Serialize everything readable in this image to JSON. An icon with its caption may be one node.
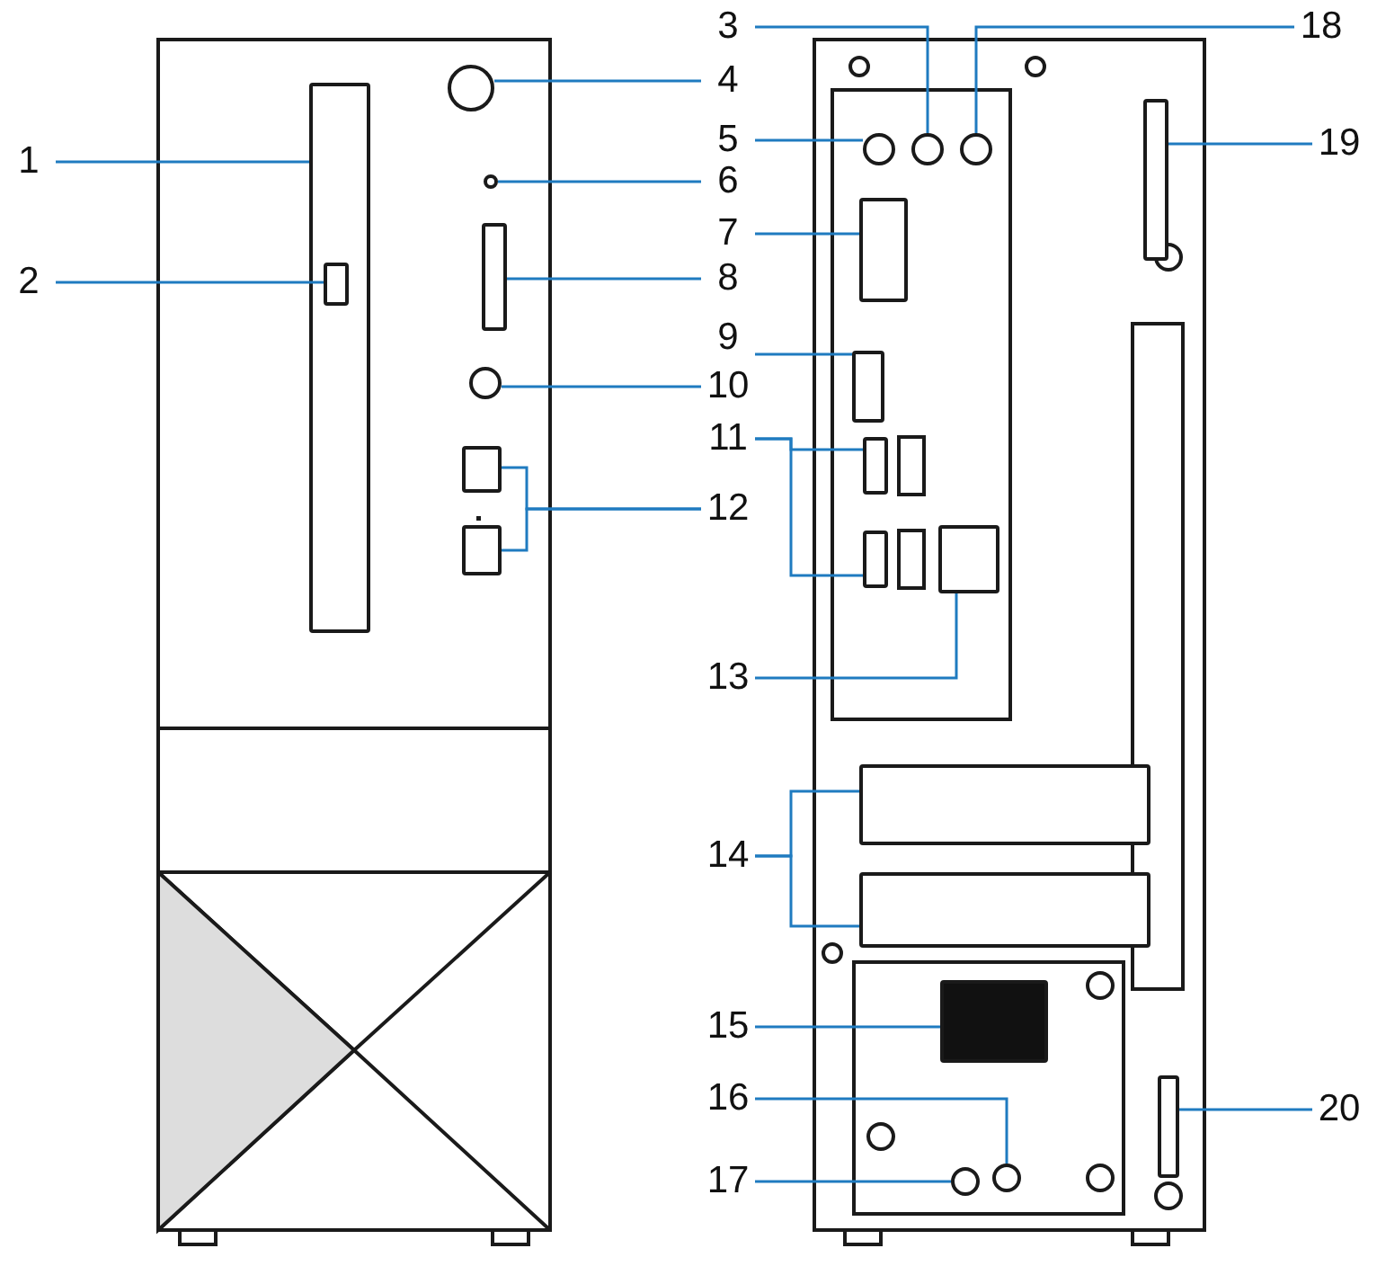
{
  "diagram": {
    "nodes": [
      {
        "text": [
          "1"
        ]
      },
      {
        "text": [],
        "shape": "box"
      },
      {
        "text": [
          "2"
        ]
      },
      {
        "text": [],
        "shape": "box",
        "in": 1
      },
      {
        "text": [
          "3"
        ]
      },
      {
        "text": [],
        "shape": "circle"
      },
      {
        "text": [
          "4"
        ]
      },
      {
        "text": [],
        "shape": "circle"
      },
      {
        "text": [
          "5"
        ]
      },
      {
        "text": [],
        "shape": "circle"
      },
      {
        "text": [
          "6"
        ]
      },
      {
        "text": [],
        "shape": "circle"
      },
      {
        "text": [
          "7"
        ]
      },
      {
        "text": [],
        "shape": "box"
      },
      {
        "text": [
          "8"
        ]
      },
      {
        "text": [],
        "shape": "box"
      },
      {
        "text": [
          "9"
        ]
      },
      {
        "text": [],
        "shape": "box"
      },
      {
        "text": [
          "10"
        ]
      },
      {
        "text": [],
        "shape": "circle"
      },
      {
        "text": [
          "11"
        ]
      },
      {
        "text": [],
        "shape": "box"
      },
      {
        "text": [],
        "shape": "box"
      },
      {
        "text": [
          "12"
        ]
      },
      {
        "text": [],
        "shape": "box"
      },
      {
        "text": [],
        "shape": "box"
      },
      {
        "text": [
          "13"
        ]
      },
      {
        "text": [],
        "shape": "box"
      },
      {
        "text": [
          "14"
        ]
      },
      {
        "text": [],
        "shape": "box"
      },
      {
        "text": [],
        "shape": "box"
      },
      {
        "text": [
          "15"
        ]
      },
      {
        "text": [],
        "shape": "box"
      },
      {
        "text": [
          "16"
        ]
      },
      {
        "text": [],
        "shape": "circle"
      },
      {
        "text": [
          "17"
        ]
      },
      {
        "text": [],
        "shape": "circle"
      },
      {
        "text": [
          "18"
        ]
      },
      {
        "text": [],
        "shape": "circle"
      },
      {
        "text": [
          "19"
        ]
      },
      {
        "text": [],
        "shape": "box"
      },
      {
        "text": [
          "20"
        ]
      },
      {
        "text": [],
        "shape": "box"
      }
    ],
    "edges": [
      {
        "from": 0,
        "to": 1,
        "arrow": "none"
      },
      {
        "from": 2,
        "to": 3,
        "arrow": "none"
      },
      {
        "from": 4,
        "to": 5,
        "arrow": "none"
      },
      {
        "from": 6,
        "to": 7,
        "arrow": "none"
      },
      {
        "from": 8,
        "to": 9,
        "arrow": "none"
      },
      {
        "from": 10,
        "to": 11,
        "arrow": "none"
      },
      {
        "from": 12,
        "to": 13,
        "arrow": "none"
      },
      {
        "from": 14,
        "to": 15,
        "arrow": "none"
      },
      {
        "from": 16,
        "to": 17,
        "arrow": "none"
      },
      {
        "from": 18,
        "to": 19,
        "arrow": "none"
      },
      {
        "from": 20,
        "to": 21,
        "arrow": "none"
      },
      {
        "from": 20,
        "to": 22,
        "arrow": "none"
      },
      {
        "from": 23,
        "to": 24,
        "arrow": "none"
      },
      {
        "from": 23,
        "to": 25,
        "arrow": "none"
      },
      {
        "from": 26,
        "to": 27,
        "arrow": "none"
      },
      {
        "from": 28,
        "to": 29,
        "arrow": "none"
      },
      {
        "from": 28,
        "to": 30,
        "arrow": "none"
      },
      {
        "from": 31,
        "to": 32,
        "arrow": "none"
      },
      {
        "from": 33,
        "to": 34,
        "arrow": "none"
      },
      {
        "from": 35,
        "to": 36,
        "arrow": "none"
      },
      {
        "from": 37,
        "to": 38,
        "arrow": "none"
      },
      {
        "from": 39,
        "to": 40,
        "arrow": "none"
      },
      {
        "from": 41,
        "to": 42,
        "arrow": "none"
      }
    ]
  }
}
